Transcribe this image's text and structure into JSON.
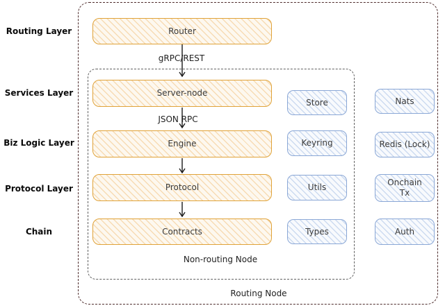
{
  "layers": [
    {
      "label": "Routing Layer"
    },
    {
      "label": "Services Layer"
    },
    {
      "label": "Biz Logic Layer"
    },
    {
      "label": "Protocol Layer"
    },
    {
      "label": "Chain"
    }
  ],
  "pipeline": [
    {
      "label": "Router"
    },
    {
      "label": "Server-node"
    },
    {
      "label": "Engine"
    },
    {
      "label": "Protocol"
    },
    {
      "label": "Contracts"
    }
  ],
  "edges": [
    {
      "label": "gRPC/REST"
    },
    {
      "label": "JSON RPC"
    }
  ],
  "modules_inner": [
    {
      "label": "Store"
    },
    {
      "label": "Keyring"
    },
    {
      "label": "Utils"
    },
    {
      "label": "Types"
    }
  ],
  "modules_outer": [
    {
      "label": "Nats"
    },
    {
      "label": "Redis (Lock)"
    },
    {
      "label": "Onchain Tx"
    },
    {
      "label": "Auth"
    }
  ],
  "groups": {
    "inner_label": "Non-routing Node",
    "outer_label": "Routing Node"
  },
  "colors": {
    "primary_border": "#e0a238",
    "primary_fill": "#fdf8ef",
    "secondary_border": "#8aa7d6",
    "secondary_fill": "#f8fafd",
    "outer_dash": "#4d2b2b",
    "inner_dash": "#5f5f5f",
    "arrow": "#1a1a1a",
    "text": "#3b3b3b"
  }
}
